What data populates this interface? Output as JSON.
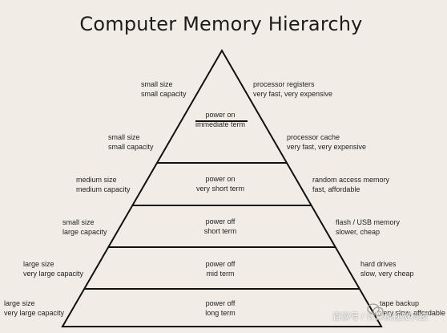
{
  "title": "Computer Memory Hierarchy",
  "levels": [
    {
      "center": [
        "power on",
        "immediate term"
      ],
      "left": [
        "small size",
        "small capacity"
      ],
      "right": [
        "processor registers",
        "very fast, very expensive"
      ]
    },
    {
      "center": [
        "",
        ""
      ],
      "left": [
        "small size",
        "small capacity"
      ],
      "right": [
        "processor cache",
        "very fast, very expensive"
      ]
    },
    {
      "center": [
        "power on",
        "very short term"
      ],
      "left": [
        "medium size",
        "medium capacity"
      ],
      "right": [
        "random access memory",
        "fast, affordable"
      ]
    },
    {
      "center": [
        "power off",
        "short term"
      ],
      "left": [
        "small size",
        "large capacity"
      ],
      "right": [
        "flash / USB memory",
        "slower, cheap"
      ]
    },
    {
      "center": [
        "power off",
        "mid term"
      ],
      "left": [
        "large size",
        "very large capacity"
      ],
      "right": [
        "hard drives",
        "slow, very cheap"
      ]
    },
    {
      "center": [
        "power off",
        "long term"
      ],
      "left": [
        "large size",
        "very large capacity"
      ],
      "right": [
        "tape backup",
        "very slow, affordable"
      ]
    }
  ],
  "watermark": "百家号 / 计算机视觉科技",
  "colors": {
    "background": "#f1ede6",
    "lines": "#111111",
    "text": "#232323"
  }
}
